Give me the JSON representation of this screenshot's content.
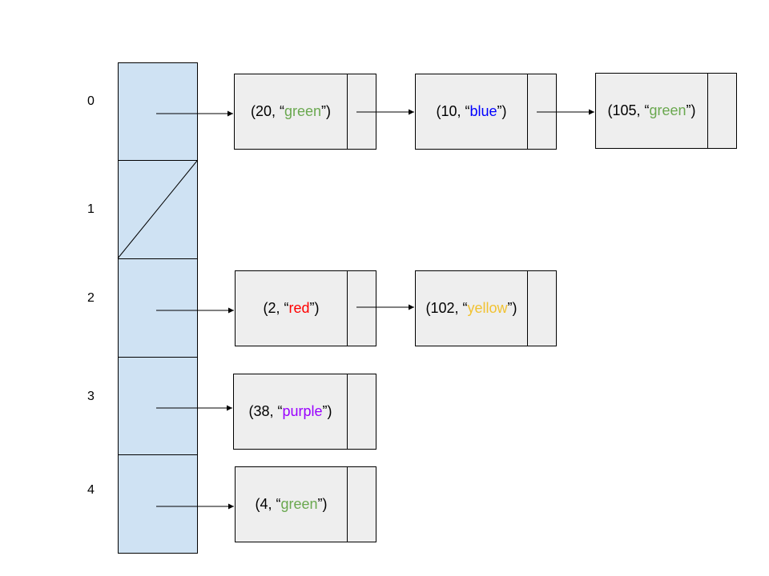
{
  "colors": {
    "cell_fill": "#cfe2f3",
    "node_fill": "#eeeeee",
    "line": "#000000",
    "green": "#6aa84f",
    "blue": "#0000ff",
    "red": "#ff0000",
    "yellow": "#f1c232",
    "purple": "#9900ff"
  },
  "rows": [
    {
      "label": "0",
      "empty": false,
      "nodes": [
        {
          "key": "20",
          "value": "green",
          "color": "green"
        },
        {
          "key": "10",
          "value": "blue",
          "color": "blue"
        },
        {
          "key": "105",
          "value": "green",
          "color": "green"
        }
      ]
    },
    {
      "label": "1",
      "empty": true,
      "nodes": []
    },
    {
      "label": "2",
      "empty": false,
      "nodes": [
        {
          "key": "2",
          "value": "red",
          "color": "red"
        },
        {
          "key": "102",
          "value": "yellow",
          "color": "yellow"
        }
      ]
    },
    {
      "label": "3",
      "empty": false,
      "nodes": [
        {
          "key": "38",
          "value": "purple",
          "color": "purple"
        }
      ]
    },
    {
      "label": "4",
      "empty": false,
      "nodes": [
        {
          "key": "4",
          "value": "green",
          "color": "green"
        }
      ]
    }
  ]
}
